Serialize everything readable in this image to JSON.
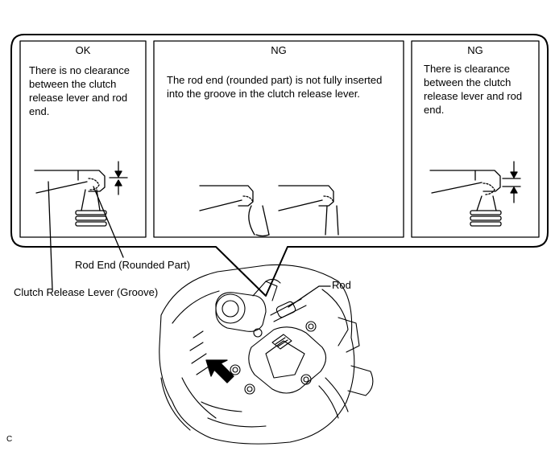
{
  "panels": [
    {
      "heading": "OK",
      "text": "There is no clearance between the clutch release lever and rod end."
    },
    {
      "heading": "NG",
      "text": "The rod end (rounded part) is not fully inserted into the groove in the clutch release lever."
    },
    {
      "heading": "NG",
      "text": "There is clearance between the clutch release lever and rod end."
    }
  ],
  "callouts": {
    "rod_end": "Rod End (Rounded Part)",
    "release_lever": "Clutch Release Lever (Groove)",
    "rod": "Rod"
  },
  "figure_code": "C",
  "icons": [
    "push-arrow-icon"
  ]
}
